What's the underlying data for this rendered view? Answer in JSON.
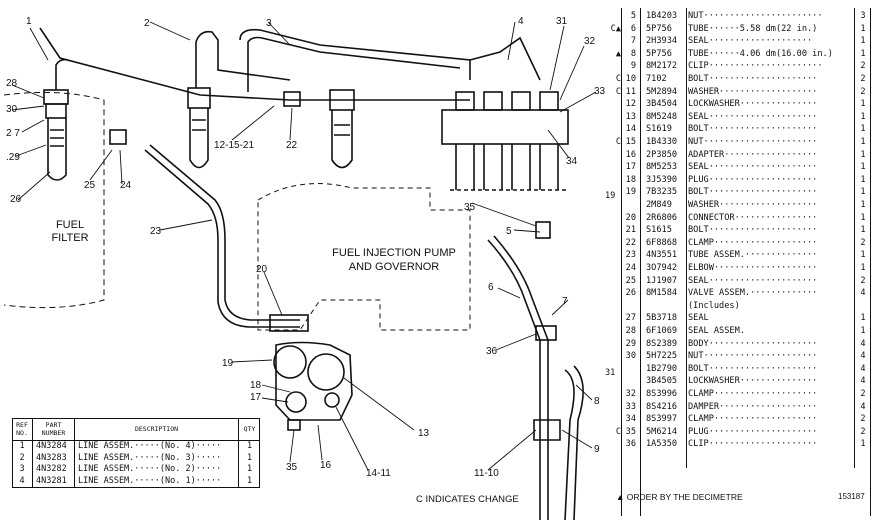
{
  "callouts": {
    "c1": "1",
    "c2": "2",
    "c3": "3",
    "c4": "4",
    "c31": "31",
    "c32": "32",
    "c33": "33",
    "c34": "34",
    "c28": "28",
    "c30": "30",
    "c27": "2 7",
    "c29": ".29",
    "c26": "26",
    "c25": "25",
    "c24": "24",
    "c12": "12-15-21",
    "c22": "22",
    "c23": "23",
    "c35a": "35",
    "c5": "5",
    "c20": "20",
    "c6": "6",
    "c7": "7",
    "c36": "36",
    "c19": "19",
    "c18": "18",
    "c17": "17",
    "c13": "13",
    "c16": "16",
    "c1411": "14-11",
    "c35b": "35",
    "c8": "8",
    "c9": "9",
    "c1110": "11-10"
  },
  "labels": {
    "filter_line1": "FUEL",
    "filter_line2": "FILTER",
    "pump_line1": "FUEL INJECTION PUMP",
    "pump_line2": "AND GOVERNOR"
  },
  "parts_list": [
    {
      "mark": "",
      "ref": "5",
      "pn": "1B4203",
      "desc": "NUT·······················",
      "qty": "3"
    },
    {
      "mark": "C▲",
      "ref": "6",
      "pn": "5P756",
      "desc": "TUBE······5.58 dm(22 in.)",
      "qty": "1"
    },
    {
      "mark": "",
      "ref": "7",
      "pn": "2H3934",
      "desc": "SEAL····················",
      "qty": "1"
    },
    {
      "mark": "▲",
      "ref": "8",
      "pn": "5P756",
      "desc": "TUBE······4.06 dm(16.00 in.)",
      "qty": "1"
    },
    {
      "mark": "",
      "ref": "9",
      "pn": "8M2172",
      "desc": "CLIP······················",
      "qty": "2"
    },
    {
      "mark": "C",
      "ref": "10",
      "pn": "7102",
      "desc": "BOLT·····················",
      "qty": "2"
    },
    {
      "mark": "C",
      "ref": "11",
      "pn": "5M2894",
      "desc": "WASHER···················",
      "qty": "2"
    },
    {
      "mark": "",
      "ref": "12",
      "pn": "3B4504",
      "desc": "LOCKWASHER···············",
      "qty": "1"
    },
    {
      "mark": "",
      "ref": "13",
      "pn": "8M5248",
      "desc": "SEAL·····················",
      "qty": "1"
    },
    {
      "mark": "",
      "ref": "14",
      "pn": "S1619",
      "desc": "BOLT·····················",
      "qty": "1"
    },
    {
      "mark": "C",
      "ref": "15",
      "pn": "1B4330",
      "desc": "NUT······················",
      "qty": "1"
    },
    {
      "mark": "",
      "ref": "16",
      "pn": "2P3850",
      "desc": "ADAPTER··················",
      "qty": "1"
    },
    {
      "mark": "",
      "ref": "17",
      "pn": "8M5253",
      "desc": "SEAL·····················",
      "qty": "1"
    },
    {
      "mark": "",
      "ref": "18",
      "pn": "3J5390",
      "desc": "PLUG·····················",
      "qty": "1"
    },
    {
      "mark": "",
      "ref": "19",
      "pn": "7B3235",
      "desc": "BOLT·····················",
      "qty": "1"
    },
    {
      "mark": "",
      "ref": "",
      "pn": "2M849",
      "desc": "WASHER···················",
      "qty": "1"
    },
    {
      "mark": "",
      "ref": "20",
      "pn": "2R6806",
      "desc": "CONNECTOR················",
      "qty": "1"
    },
    {
      "mark": "",
      "ref": "21",
      "pn": "S1615",
      "desc": "BOLT·····················",
      "qty": "1"
    },
    {
      "mark": "",
      "ref": "22",
      "pn": "6F8868",
      "desc": "CLAMP····················",
      "qty": "2"
    },
    {
      "mark": "",
      "ref": "23",
      "pn": "4N3551",
      "desc": "TUBE ASSEM.··············",
      "qty": "1"
    },
    {
      "mark": "",
      "ref": "24",
      "pn": "3O7942",
      "desc": "ELBOW····················",
      "qty": "1"
    },
    {
      "mark": "",
      "ref": "25",
      "pn": "1J1907",
      "desc": "SEAL·····················",
      "qty": "2"
    },
    {
      "mark": "",
      "ref": "26",
      "pn": "8M1584",
      "desc": "VALVE ASSEM.·············",
      "qty": "4"
    },
    {
      "mark": "",
      "ref": "",
      "pn": "",
      "desc": "(Includes)",
      "qty": ""
    },
    {
      "mark": "",
      "ref": "27",
      "pn": "5B3718",
      "desc": "SEAL",
      "qty": "1"
    },
    {
      "mark": "",
      "ref": "28",
      "pn": "6F1069",
      "desc": "SEAL ASSEM.",
      "qty": "1"
    },
    {
      "mark": "",
      "ref": "29",
      "pn": "8S2389",
      "desc": "BODY·····················",
      "qty": "4"
    },
    {
      "mark": "",
      "ref": "30",
      "pn": "5H7225",
      "desc": "NUT······················",
      "qty": "4"
    },
    {
      "mark": "",
      "ref": "",
      "pn": "1B2790",
      "desc": "BOLT·····················",
      "qty": "4"
    },
    {
      "mark": "",
      "ref": "",
      "pn": "3B4505",
      "desc": "LOCKWASHER···············",
      "qty": "4"
    },
    {
      "mark": "",
      "ref": "32",
      "pn": "8S3996",
      "desc": "CLAMP····················",
      "qty": "2"
    },
    {
      "mark": "",
      "ref": "33",
      "pn": "8S4216",
      "desc": "DAMPER···················",
      "qty": "4"
    },
    {
      "mark": "",
      "ref": "34",
      "pn": "8S3997",
      "desc": "CLAMP····················",
      "qty": "2"
    },
    {
      "mark": "C",
      "ref": "35",
      "pn": "5M6214",
      "desc": "PLUG·····················",
      "qty": "2"
    },
    {
      "mark": "",
      "ref": "36",
      "pn": "1A5350",
      "desc": "CLIP·····················",
      "qty": "1"
    }
  ],
  "parts_group_refs": {
    "r19": "19",
    "r31": "31"
  },
  "small_table": {
    "headers": {
      "ref": "REF NO.",
      "part": "PART NUMBER",
      "desc": "DESCRIPTION",
      "qty": "QTY"
    },
    "rows": [
      {
        "ref": "1",
        "pn": "4N3284",
        "desc": "LINE ASSEM.·····(No. 4)·····",
        "qty": "1"
      },
      {
        "ref": "2",
        "pn": "4N3283",
        "desc": "LINE ASSEM.·····(No. 3)·····",
        "qty": "1"
      },
      {
        "ref": "3",
        "pn": "4N3282",
        "desc": "LINE ASSEM.·····(No. 2)·····",
        "qty": "1"
      },
      {
        "ref": "4",
        "pn": "4N3281",
        "desc": "LINE ASSEM.·····(No. 1)·····",
        "qty": "1"
      }
    ]
  },
  "footer": {
    "change": "C INDICATES CHANGE",
    "order": "▲ ORDER BY THE DECIMETRE",
    "number": "153187"
  }
}
